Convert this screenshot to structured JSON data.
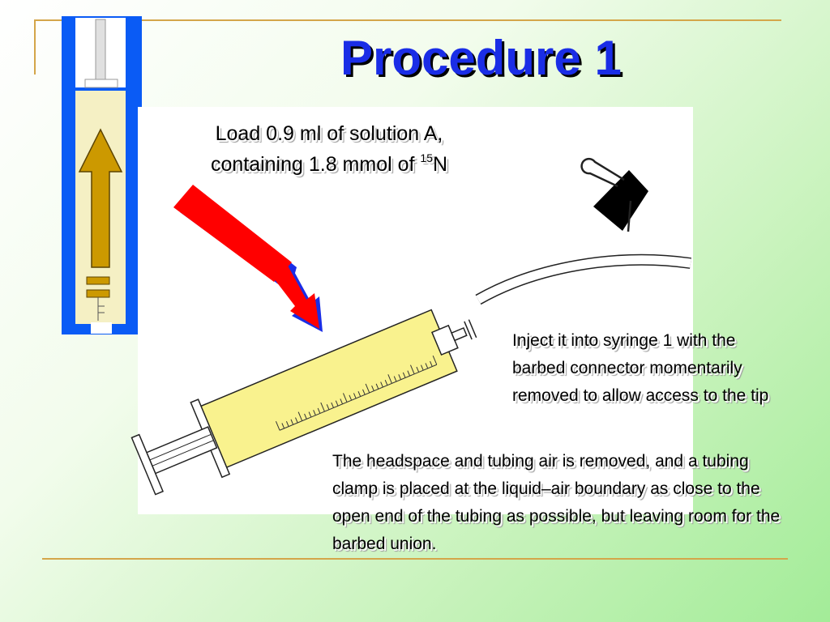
{
  "slide": {
    "title": "Procedure 1",
    "load": {
      "line1": "Load 0.9 ml of solution A,",
      "line2_prefix": "containing 1.8 mmol of ",
      "isotope_mass": "15",
      "element": "N"
    },
    "inject_text": "Inject it into syringe 1 with the barbed connector momentarily removed to allow access to the tip",
    "headspace_text": "The headspace and tubing air is removed, and a tubing clamp is placed at the liquid–air boundary as close to the open end of the tubing as possible, but leaving room for the barbed union."
  },
  "colors": {
    "title": "#1a2de6",
    "rule": "#d4a64a",
    "syringe_body": "#f9f28e",
    "arrow_red": "#ff0000",
    "cylinder_blue": "#0a5bf5",
    "cylinder_fill": "#f5f0c4",
    "up_arrow": "#cc9900"
  },
  "icons": [
    "syringe-icon",
    "binder-clip-icon",
    "pipette-arrow-icon",
    "cylinder-icon",
    "up-arrow-icon"
  ]
}
